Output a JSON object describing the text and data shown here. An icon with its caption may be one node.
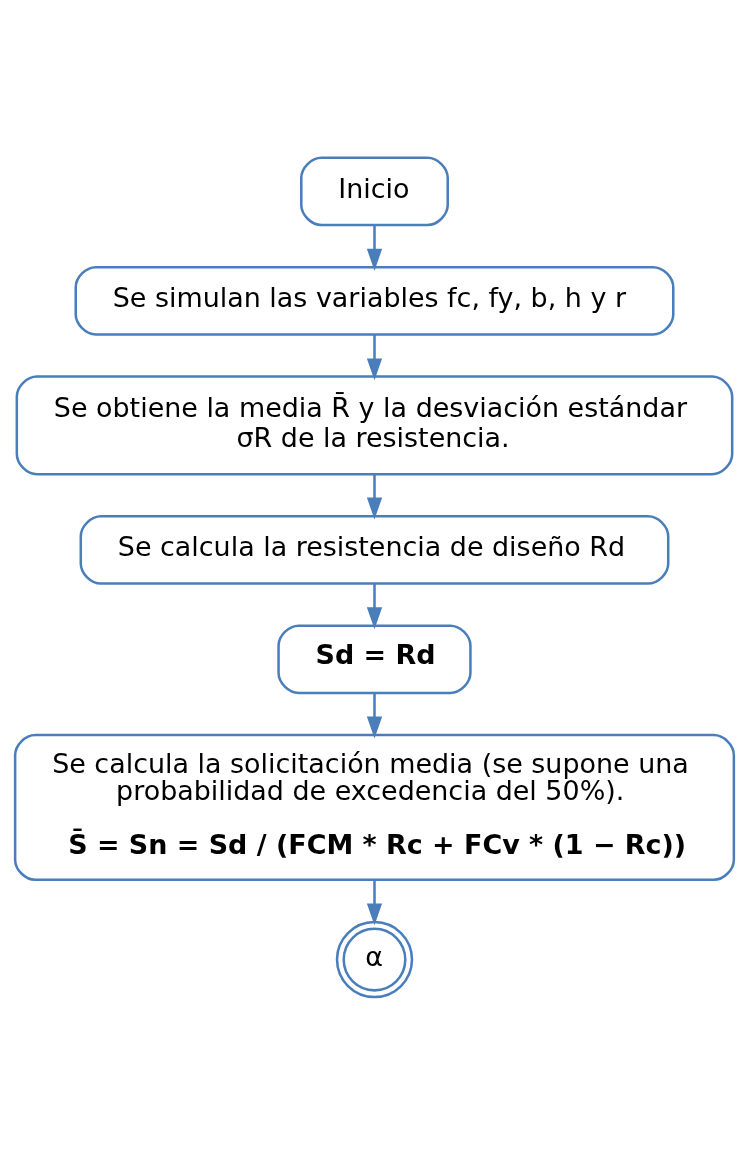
{
  "diagram": {
    "nodes": [
      {
        "text": [
          "Inicio"
        ]
      },
      {
        "text": [
          "Se simulan las variables fc, fy, b, h y r"
        ]
      },
      {
        "text": [
          "Se obtiene la media R̄ y la desviación estándar σR de la resistencia."
        ]
      },
      {
        "text": [
          "Se calcula la resistencia de diseño Rd"
        ]
      },
      {
        "text": [
          "Sd = Rd"
        ]
      },
      {
        "text": [
          "Se calcula la solicitación media (se supone una probabilidad de excedencia del 50%).",
          "S̄ = Sn = Sd / (FCM * Rc + FCv * (1 − Rc))"
        ]
      },
      {
        "text": [
          "α"
        ]
      }
    ],
    "edges": [
      {
        "from": 0,
        "to": 1,
        "arrow": "to"
      },
      {
        "from": 1,
        "to": 2,
        "arrow": "to"
      },
      {
        "from": 2,
        "to": 3,
        "arrow": "to"
      },
      {
        "from": 3,
        "to": 4,
        "arrow": "to"
      },
      {
        "from": 4,
        "to": 5,
        "arrow": "to"
      },
      {
        "from": 5,
        "to": 6,
        "arrow": "to"
      }
    ]
  }
}
